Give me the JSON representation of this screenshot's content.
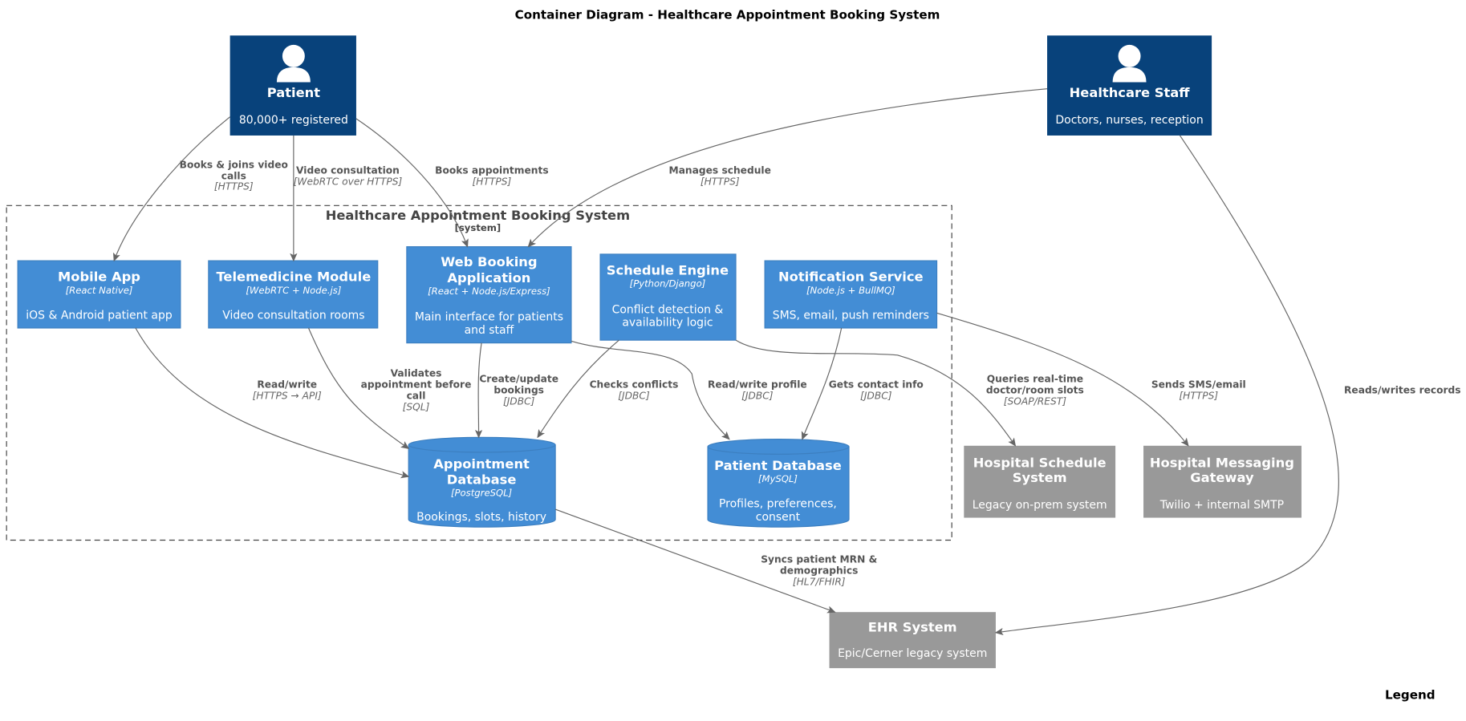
{
  "title": "Container Diagram - Healthcare Appointment Booking System",
  "colors": {
    "person": "#08427B",
    "container": "#438DD5",
    "external": "#999999",
    "edge": "#666666"
  },
  "persons": {
    "patient": {
      "name": "Patient",
      "desc": "80,000+ registered",
      "icon": "person-icon"
    },
    "staff": {
      "name": "Healthcare Staff",
      "desc": "Doctors, nurses, reception",
      "icon": "person-icon"
    }
  },
  "boundary": {
    "name": "Healthcare Appointment Booking System",
    "type": "[system]"
  },
  "containers": {
    "mobile": {
      "name": "Mobile App",
      "tech": "[React Native]",
      "desc": "iOS & Android patient app"
    },
    "tele": {
      "name": "Telemedicine Module",
      "tech": "[WebRTC + Node.js]",
      "desc": "Video consultation rooms"
    },
    "web": {
      "name1": "Web Booking",
      "name2": "Application",
      "tech": "[React + Node.js/Express]",
      "desc1": "Main interface for patients",
      "desc2": "and staff"
    },
    "sched": {
      "name": "Schedule Engine",
      "tech": "[Python/Django]",
      "desc1": "Conflict detection &",
      "desc2": "availability logic"
    },
    "notif": {
      "name": "Notification Service",
      "tech": "[Node.js + BullMQ]",
      "desc": "SMS, email, push reminders"
    },
    "apptdb": {
      "name1": "Appointment",
      "name2": "Database",
      "tech": "[PostgreSQL]",
      "desc": "Bookings, slots, history"
    },
    "patdb": {
      "name": "Patient Database",
      "tech": "[MySQL]",
      "desc1": "Profiles, preferences,",
      "desc2": "consent"
    }
  },
  "externals": {
    "hospsched": {
      "name1": "Hospital Schedule",
      "name2": "System",
      "desc": "Legacy on-prem system"
    },
    "hospmsg": {
      "name1": "Hospital Messaging",
      "name2": "Gateway",
      "desc": "Twilio + internal SMTP"
    },
    "ehr": {
      "name": "EHR System",
      "desc": "Epic/Cerner legacy system"
    }
  },
  "edges": {
    "e1": {
      "l1": "Books & joins video",
      "l2": "calls",
      "tech": "[HTTPS]"
    },
    "e2": {
      "l1": "Video consultation",
      "tech": "[WebRTC over HTTPS]"
    },
    "e3": {
      "l1": "Books appointments",
      "tech": "[HTTPS]"
    },
    "e4": {
      "l1": "Manages schedule",
      "tech": "[HTTPS]"
    },
    "e5": {
      "l1": "Reads/writes records"
    },
    "e6": {
      "l1": "Read/write",
      "tech": "[HTTPS → API]"
    },
    "e7": {
      "l1": "Validates",
      "l2": "appointment before",
      "l3": "call",
      "tech": "[SQL]"
    },
    "e8": {
      "l1": "Create/update",
      "l2": "bookings",
      "tech": "[JDBC]"
    },
    "e9": {
      "l1": "Checks conflicts",
      "tech": "[JDBC]"
    },
    "e10": {
      "l1": "Read/write profile",
      "tech": "[JDBC]"
    },
    "e11": {
      "l1": "Gets contact info",
      "tech": "[JDBC]"
    },
    "e12": {
      "l1": "Queries real-time",
      "l2": "doctor/room slots",
      "tech": "[SOAP/REST]"
    },
    "e13": {
      "l1": "Sends SMS/email",
      "tech": "[HTTPS]"
    },
    "e14": {
      "l1": "Syncs patient MRN &",
      "l2": "demographics",
      "tech": "[HL7/FHIR]"
    }
  },
  "legend": "Legend"
}
